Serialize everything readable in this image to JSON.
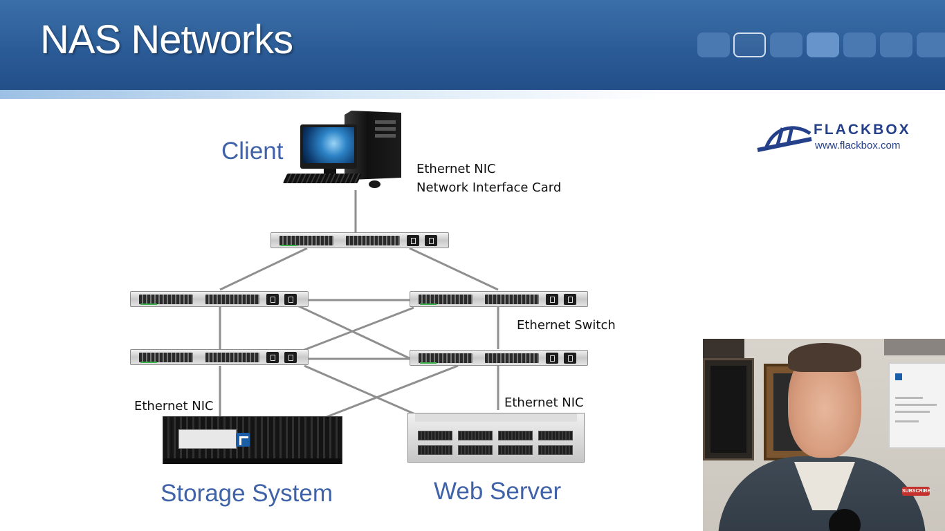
{
  "header": {
    "title": "NAS Networks"
  },
  "brand": {
    "name": "FLACKBOX",
    "url": "www.flackbox.com"
  },
  "diagram": {
    "client_label": "Client",
    "nic_title": "Ethernet NIC",
    "nic_subtitle": "Network Interface Card",
    "switch_label": "Ethernet Switch",
    "storage_nic_label": "Ethernet NIC",
    "server_nic_label": "Ethernet NIC",
    "storage_label": "Storage System",
    "server_label": "Web Server"
  },
  "webcam": {
    "subscribe_label": "SUBSCRIBE"
  },
  "colors": {
    "header_blue": "#2a5a95",
    "label_blue": "#3f62a8",
    "brand_blue": "#24408a",
    "link_gray": "#8f8f8f"
  }
}
